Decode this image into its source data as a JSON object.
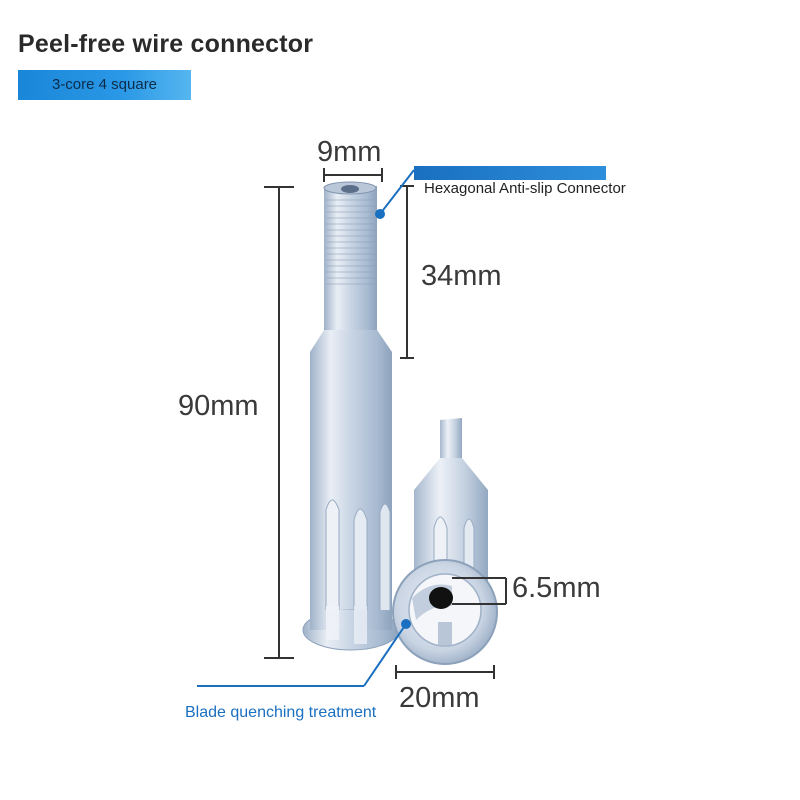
{
  "header": {
    "title": "Peel-free wire connector",
    "subtitle_badge": "3-core 4 square"
  },
  "dimensions": {
    "top_width": "9mm",
    "hex_length": "34mm",
    "total_length": "90mm",
    "inner_hole": "6.5mm",
    "outer_diameter": "20mm"
  },
  "callouts": {
    "hex_connector": "Hexagonal Anti-slip Connector",
    "blade": "Blade quenching treatment"
  },
  "colors": {
    "accent": "#1a86d8",
    "metal": "#c7d3e3",
    "dim_line": "#333333"
  }
}
